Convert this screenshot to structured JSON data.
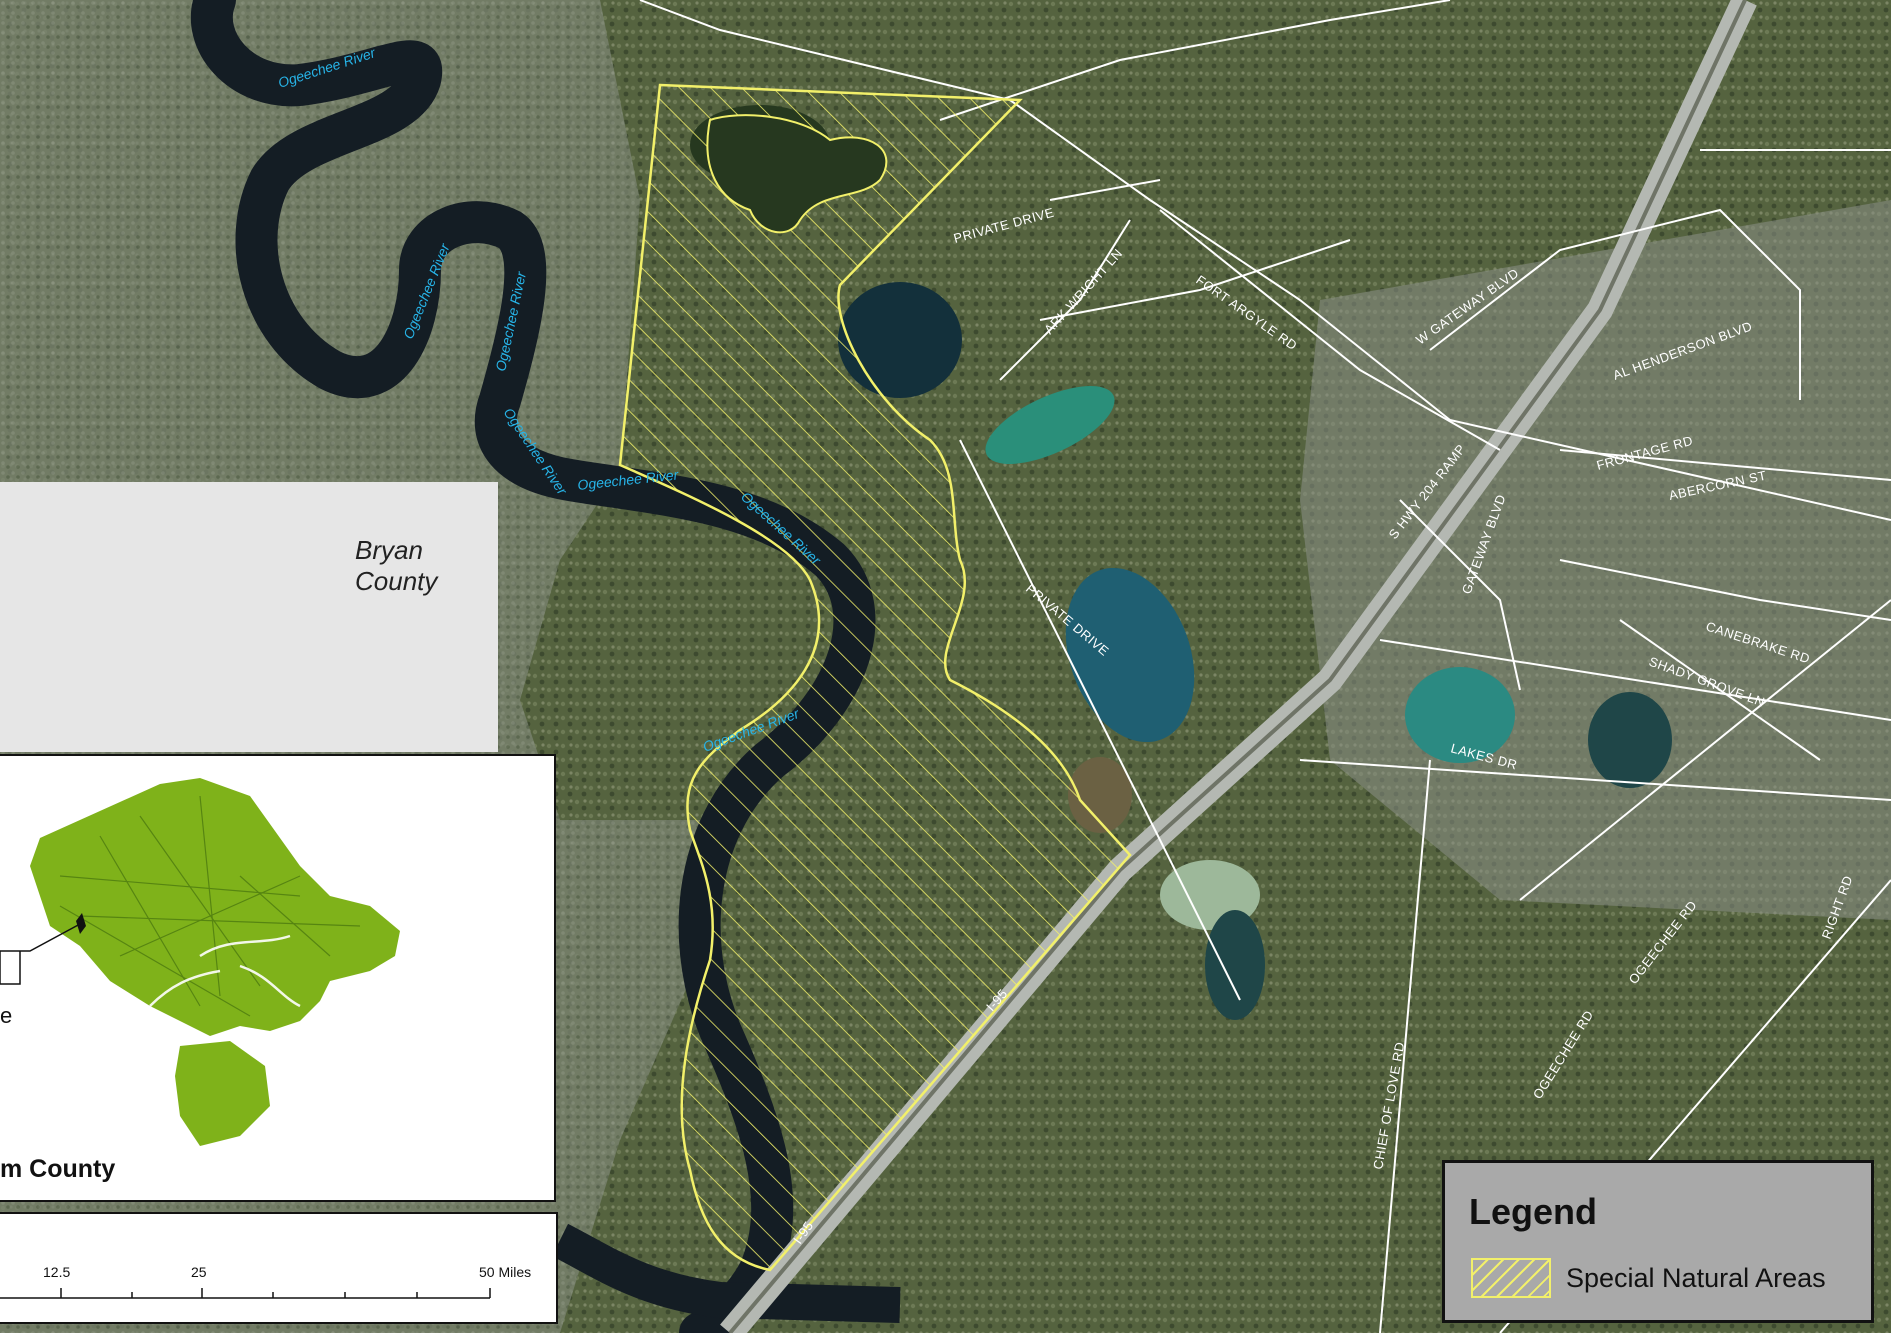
{
  "rivers": {
    "ogeechee": "Ogeechee River"
  },
  "roads": {
    "private_drive_1": "PRIVATE DRIVE",
    "private_drive_2": "PRIVATE DRIVE",
    "ark_wright": "ARK WRIGHT LN",
    "fort_argyle": "FORT ARGYLE RD",
    "gateway_blvd_1": "W GATEWAY BLVD",
    "al_henderson": "AL HENDERSON BLVD",
    "frontage": "FRONTAGE RD",
    "abercorn": "ABERCORN ST",
    "hwy204_ramp": "S HWY 204 RAMP",
    "gateway_blvd_2": "GATEWAY BLVD",
    "canebrake": "CANEBRAKE RD",
    "grove_ln": "SHADY GROVE LN",
    "lakes_dr": "LAKES DR",
    "chief_of_love": "CHIEF OF LOVE RD",
    "ogeechee_rd_1": "OGEECHEE RD",
    "ogeechee_rd_2": "OGEECHEE RD",
    "i95_1": "I-95",
    "i95_2": "I-95",
    "right_rd": "RIGHT RD"
  },
  "regions": {
    "bryan_county": "Bryan County"
  },
  "inset": {
    "county_label": "m County",
    "callout_label": "e"
  },
  "scale": {
    "ticks": [
      "12.5",
      "25",
      "50 Miles"
    ]
  },
  "legend": {
    "title": "Legend",
    "items": [
      {
        "label": "Special Natural Areas",
        "symbol": "yellow-hatch"
      }
    ]
  },
  "colors": {
    "hatch": "#f2f06a",
    "county_fill": "#7fb21a",
    "river_label": "#27b4e8"
  }
}
